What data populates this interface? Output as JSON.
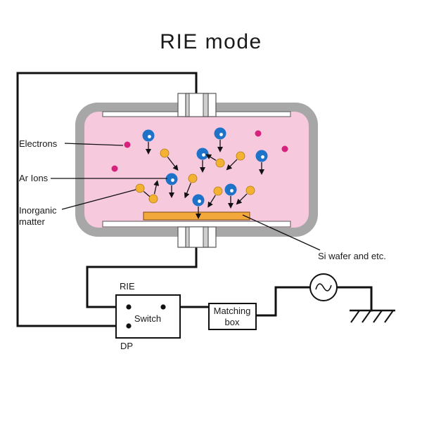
{
  "title": "RIE mode",
  "labels": {
    "electrons": "Electrons",
    "ar_ions": "Ar Ions",
    "inorganic_line1": "Inorganic",
    "inorganic_line2": "matter",
    "wafer": "Si wafer and etc.",
    "rie": "RIE",
    "switch": "Switch",
    "dp": "DP",
    "matching_line1": "Matching",
    "matching_line2": "box"
  },
  "colors": {
    "plasma": "#f7c9dd",
    "chamber": "#a7a7a7",
    "wafer": "#f2a83a",
    "ion_blue": "#1e73c8",
    "radical": "#f4b233",
    "electron": "#d6217d"
  },
  "icons": {
    "power_source": "ac-source-icon",
    "ground": "ground-icon"
  }
}
